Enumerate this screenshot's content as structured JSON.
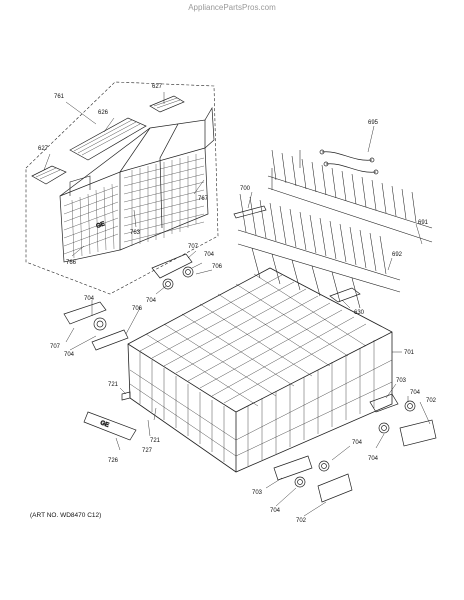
{
  "watermark": "AppliancePartsPros.com",
  "art_no": "(ART NO. WD8470 C12)",
  "stickers": {
    "basket_badge": "GE"
  },
  "callouts": [
    "761",
    "627",
    "626",
    "627",
    "763",
    "766",
    "767",
    "695",
    "700",
    "691",
    "692",
    "707",
    "704",
    "706",
    "704",
    "630",
    "704",
    "706",
    "707",
    "704",
    "701",
    "721",
    "727",
    "726",
    "721",
    "703",
    "704",
    "702",
    "704",
    "704",
    "703",
    "704",
    "702"
  ]
}
